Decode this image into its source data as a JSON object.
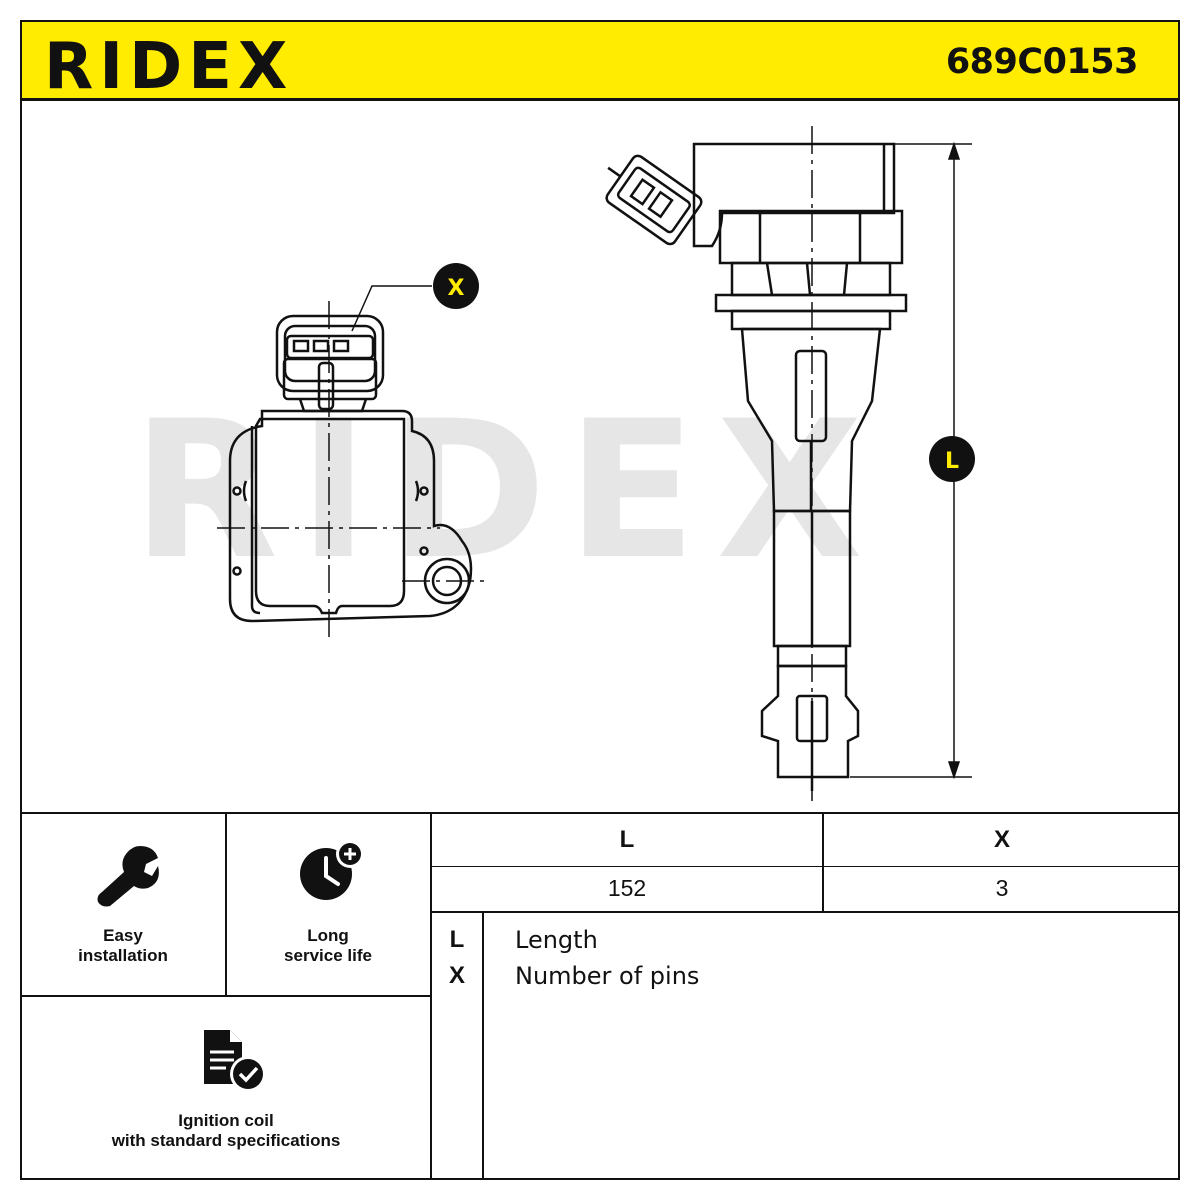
{
  "header": {
    "brand": "RIDEX",
    "part_number": "689C0153"
  },
  "drawing": {
    "callout_x": "X",
    "callout_l": "L",
    "watermark": "RIDEX"
  },
  "features": [
    {
      "icon": "wrench-icon",
      "line1": "Easy",
      "line2": "installation"
    },
    {
      "icon": "clock-plus-icon",
      "line1": "Long",
      "line2": "service life"
    },
    {
      "icon": "document-check-icon",
      "line1": "Ignition coil",
      "line2": "with standard specifications"
    }
  ],
  "spec_table": {
    "headers": [
      "L",
      "X"
    ],
    "values": [
      "152",
      "3"
    ]
  },
  "legend": [
    {
      "key": "L",
      "label": "Length"
    },
    {
      "key": "X",
      "label": "Number of pins"
    }
  ],
  "colors": {
    "brand_yellow": "#ffec00",
    "ink": "#111111",
    "watermark": "#e6e6e6"
  }
}
